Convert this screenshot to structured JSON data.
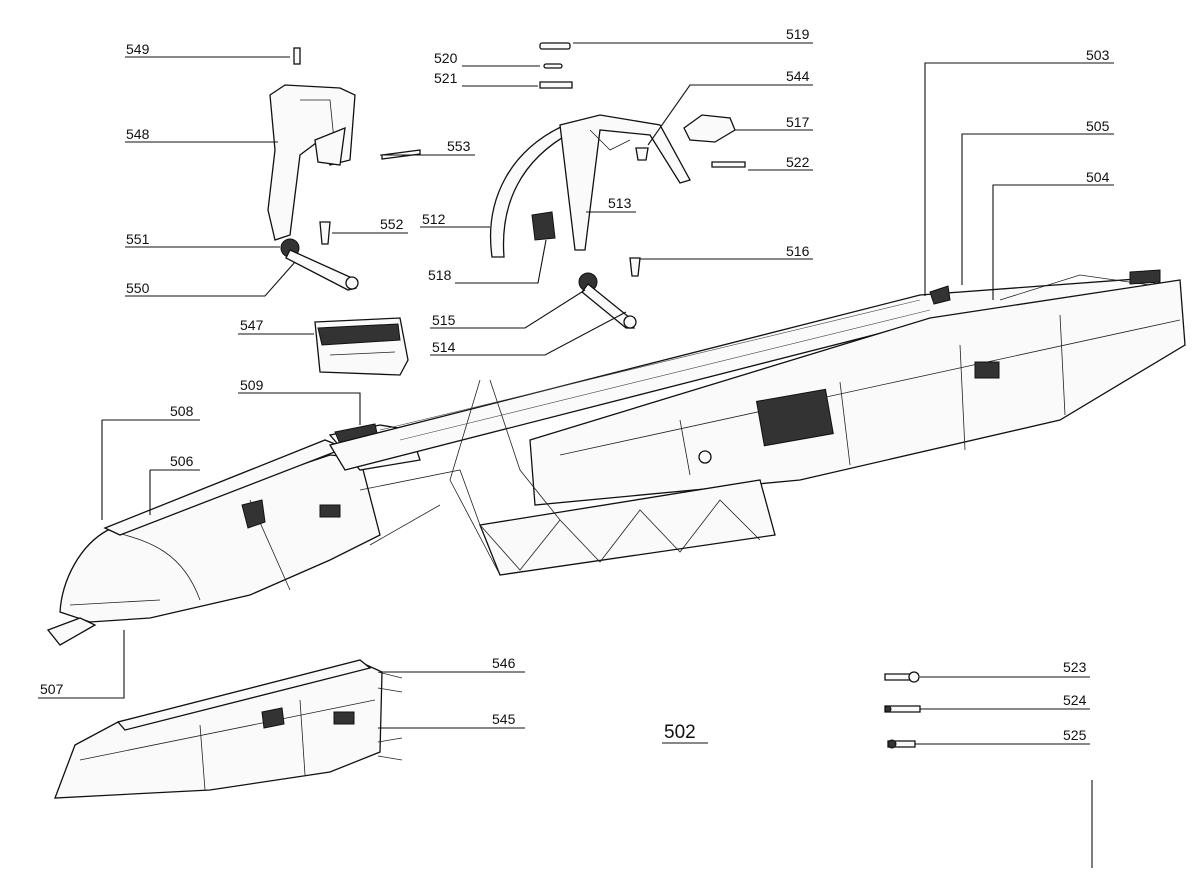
{
  "sheet": {
    "figure_number": "502",
    "parts": [
      {
        "id": "p549",
        "label": "549"
      },
      {
        "id": "p548",
        "label": "548"
      },
      {
        "id": "p553",
        "label": "553"
      },
      {
        "id": "p551",
        "label": "551"
      },
      {
        "id": "p552",
        "label": "552"
      },
      {
        "id": "p550",
        "label": "550"
      },
      {
        "id": "p547",
        "label": "547"
      },
      {
        "id": "p509",
        "label": "509"
      },
      {
        "id": "p508",
        "label": "508"
      },
      {
        "id": "p506",
        "label": "506"
      },
      {
        "id": "p507",
        "label": "507"
      },
      {
        "id": "p546",
        "label": "546"
      },
      {
        "id": "p545",
        "label": "545"
      },
      {
        "id": "p519",
        "label": "519"
      },
      {
        "id": "p520",
        "label": "520"
      },
      {
        "id": "p521",
        "label": "521"
      },
      {
        "id": "p544",
        "label": "544"
      },
      {
        "id": "p517",
        "label": "517"
      },
      {
        "id": "p522",
        "label": "522"
      },
      {
        "id": "p512",
        "label": "512"
      },
      {
        "id": "p513",
        "label": "513"
      },
      {
        "id": "p518",
        "label": "518"
      },
      {
        "id": "p516",
        "label": "516"
      },
      {
        "id": "p515",
        "label": "515"
      },
      {
        "id": "p514",
        "label": "514"
      },
      {
        "id": "p503",
        "label": "503"
      },
      {
        "id": "p505",
        "label": "505"
      },
      {
        "id": "p504",
        "label": "504"
      },
      {
        "id": "p523",
        "label": "523"
      },
      {
        "id": "p524",
        "label": "524"
      },
      {
        "id": "p525",
        "label": "525"
      }
    ]
  }
}
